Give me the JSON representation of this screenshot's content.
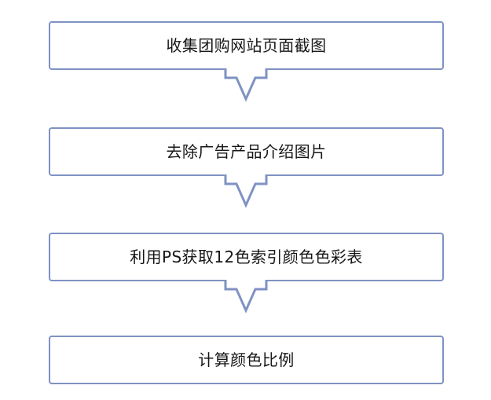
{
  "diagram": {
    "type": "flowchart",
    "orientation": "vertical",
    "title": "",
    "colors": {
      "box_border": "#7f92c3",
      "box_fill": "#ffffff",
      "arrow_stroke": "#7f92c3",
      "arrow_fill": "#ffffff",
      "text": "#171717",
      "background": "#ffffff"
    },
    "nodes": [
      {
        "id": "step-1",
        "label": "收集团购网站页面截图"
      },
      {
        "id": "step-2",
        "label": "去除广告产品介绍图片"
      },
      {
        "id": "step-3",
        "label": "利用PS获取12色索引颜色色彩表"
      },
      {
        "id": "step-4",
        "label": "计算颜色比例"
      }
    ],
    "connectors": [
      {
        "id": "arrow-1",
        "from": "step-1",
        "to": "step-2",
        "shape": "down-arrow"
      },
      {
        "id": "arrow-2",
        "from": "step-2",
        "to": "step-3",
        "shape": "down-arrow"
      },
      {
        "id": "arrow-3",
        "from": "step-3",
        "to": "step-4",
        "shape": "down-arrow"
      }
    ]
  }
}
